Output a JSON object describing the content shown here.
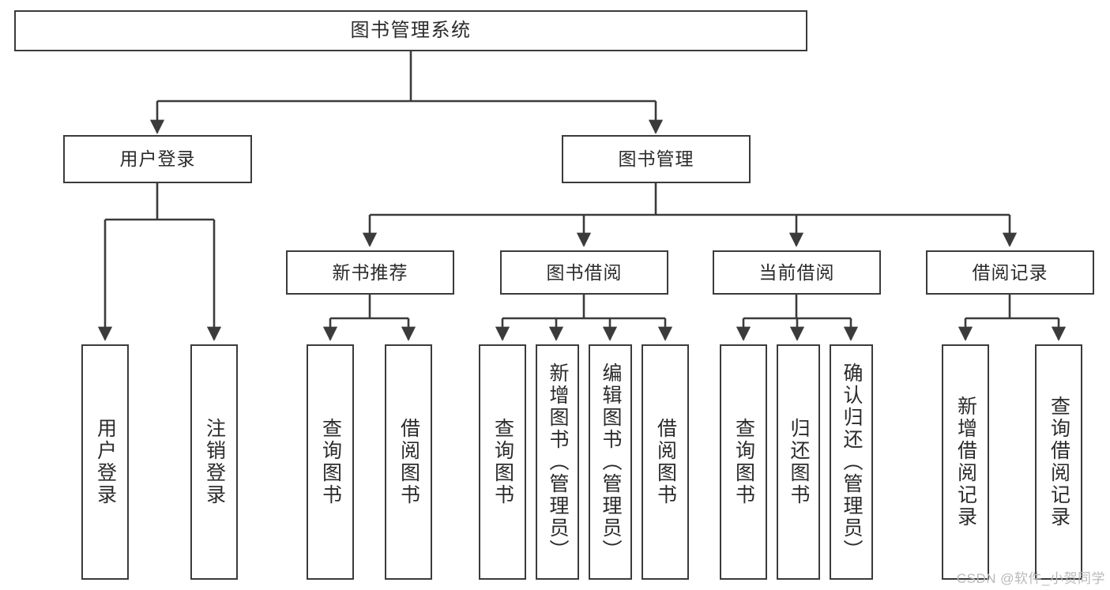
{
  "diagram": {
    "title": "图书管理系统",
    "type": "tree-hierarchy",
    "watermark": "CSDN @软件_小贺同学",
    "colors": {
      "background": "#ffffff",
      "box_border": "#3b3b3b",
      "box_fill": "#ffffff",
      "text": "#2b2b2b",
      "connector": "#3b3b3b",
      "watermark": "#b9b9b9"
    }
  },
  "root": {
    "label": "图书管理系统"
  },
  "level2": [
    {
      "label": "用户登录"
    },
    {
      "label": "图书管理"
    }
  ],
  "level3": [
    {
      "label": "新书推荐"
    },
    {
      "label": "图书借阅"
    },
    {
      "label": "当前借阅"
    },
    {
      "label": "借阅记录"
    }
  ],
  "leaves": {
    "user_login": [
      {
        "label": "用户登录"
      },
      {
        "label": "注销登录"
      }
    ],
    "new_book_recommend": [
      {
        "label": "查询图书"
      },
      {
        "label": "借阅图书"
      }
    ],
    "book_borrow": [
      {
        "label": "查询图书"
      },
      {
        "label": "新增图书（管理员）"
      },
      {
        "label": "编辑图书（管理员）"
      },
      {
        "label": "借阅图书"
      }
    ],
    "current_borrow": [
      {
        "label": "查询图书"
      },
      {
        "label": "归还图书"
      },
      {
        "label": "确认归还（管理员）"
      }
    ],
    "borrow_record": [
      {
        "label": "新增借阅记录"
      },
      {
        "label": "查询借阅记录"
      }
    ]
  }
}
